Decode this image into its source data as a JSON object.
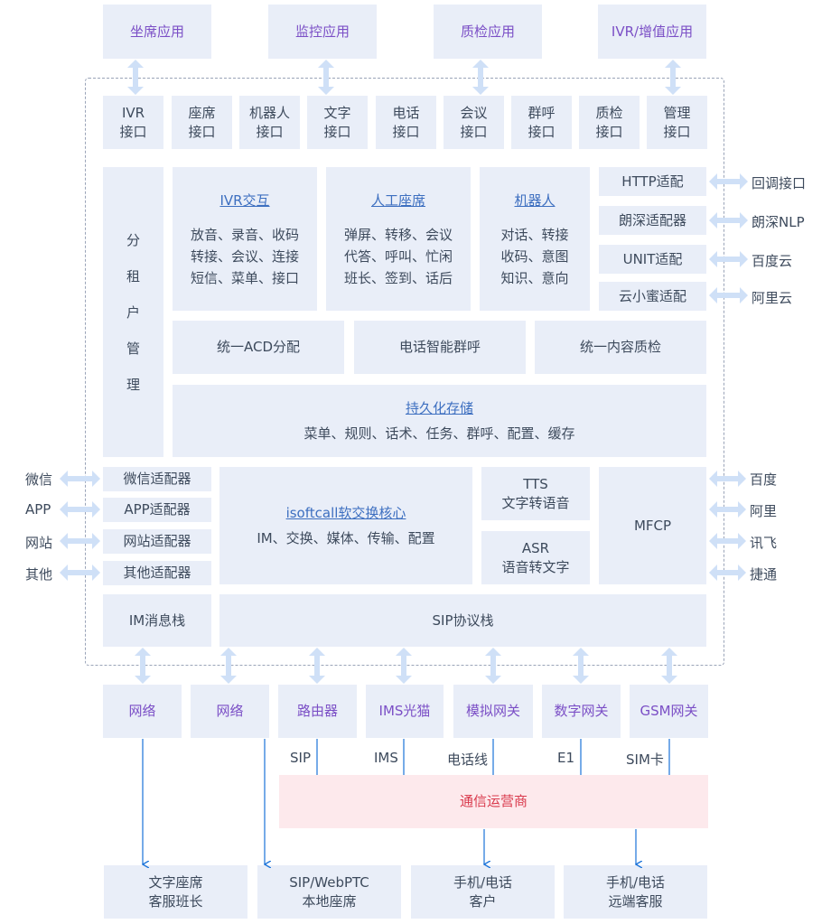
{
  "top_apps": [
    "坐席应用",
    "监控应用",
    "质检应用",
    "IVR/增值应用"
  ],
  "interfaces": [
    [
      "IVR",
      "接口"
    ],
    [
      "座席",
      "接口"
    ],
    [
      "机器人",
      "接口"
    ],
    [
      "文字",
      "接口"
    ],
    [
      "电话",
      "接口"
    ],
    [
      "会议",
      "接口"
    ],
    [
      "群呼",
      "接口"
    ],
    [
      "质检",
      "接口"
    ],
    [
      "管理",
      "接口"
    ]
  ],
  "tenant_mgmt": [
    "分",
    "租",
    "户",
    "管",
    "理"
  ],
  "modules": {
    "ivr": {
      "title": "IVR交互",
      "lines": [
        "放音、录音、收码",
        "转接、会议、连接",
        "短信、菜单、接口"
      ]
    },
    "agent": {
      "title": "人工座席",
      "lines": [
        "弹屏、转移、会议",
        "代答、呼叫、忙闲",
        "班长、签到、话后"
      ]
    },
    "robot": {
      "title": "机器人",
      "lines": [
        "对话、转接",
        "收码、意图",
        "知识、意向"
      ]
    }
  },
  "adapters_right": [
    "HTTP适配",
    "朗深适配器",
    "UNIT适配",
    "云小蜜适配"
  ],
  "adapters_right_ext": [
    "回调接口",
    "朗深NLP",
    "百度云",
    "阿里云"
  ],
  "row_services": [
    "统一ACD分配",
    "电话智能群呼",
    "统一内容质检"
  ],
  "storage": {
    "title": "持久化存储",
    "desc": "菜单、规则、话术、任务、群呼、配置、缓存"
  },
  "left_adapters": [
    "微信适配器",
    "APP适配器",
    "网站适配器",
    "其他适配器"
  ],
  "left_ext": [
    "微信",
    "APP",
    "网站",
    "其他"
  ],
  "core": {
    "title": "isoftcall软交换核心",
    "desc": "IM、交换、媒体、传输、配置"
  },
  "tts": [
    "TTS",
    "文字转语音"
  ],
  "asr": [
    "ASR",
    "语音转文字"
  ],
  "mfcp": "MFCP",
  "right_ext": [
    "百度",
    "阿里",
    "讯飞",
    "捷通"
  ],
  "im_stack": "IM消息栈",
  "sip_stack": "SIP协议栈",
  "network_row": [
    "网络",
    "网络",
    "路由器",
    "IMS光猫",
    "模拟网关",
    "数字网关",
    "GSM网关"
  ],
  "link_labels": [
    "SIP",
    "IMS",
    "电话线",
    "E1",
    "SIM卡"
  ],
  "carrier": "通信运营商",
  "endpoints": [
    [
      "文字座席",
      "客服班长"
    ],
    [
      "SIP/WebPTC",
      "本地座席"
    ],
    [
      "手机/电话",
      "客户"
    ],
    [
      "手机/电话",
      "远端客服"
    ]
  ],
  "colors": {
    "box": "#e9eef8",
    "arrow": "#cfe0f7",
    "line": "#1a73d9",
    "accent": "#7b4fc6",
    "carrier_text": "#d9394c"
  }
}
